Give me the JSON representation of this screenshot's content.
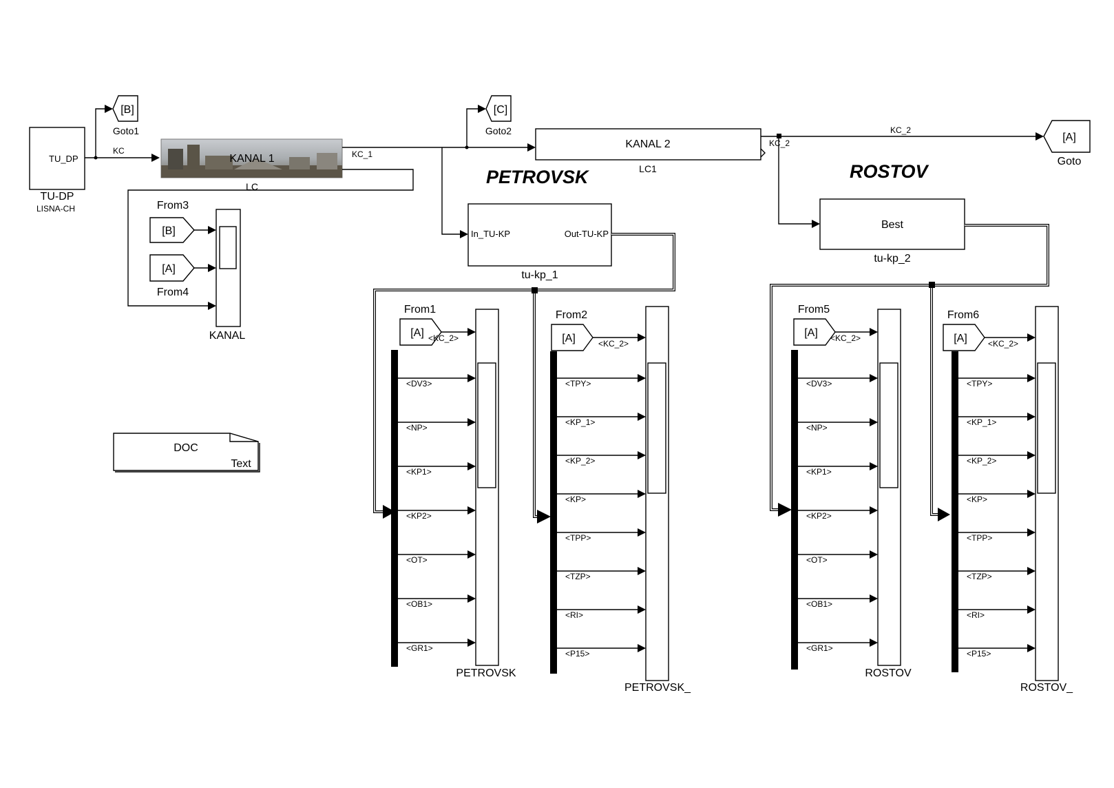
{
  "sections": {
    "petrovsk": "PETROVSK",
    "rostov": "ROSTOV"
  },
  "blocks": {
    "tudp": {
      "port": "TU_DP",
      "name": "TU-DP",
      "sub": "LISNA-CH"
    },
    "goto1": {
      "tag": "[B]",
      "name": "Goto1"
    },
    "goto2": {
      "tag": "[C]",
      "name": "Goto2"
    },
    "goto": {
      "tag": "[A]",
      "name": "Goto"
    },
    "lc": {
      "label": "KANAL 1",
      "name": "LC"
    },
    "lc1": {
      "label": "KANAL 2",
      "name": "LC1"
    },
    "from3": {
      "tag": "[B]",
      "name": "From3"
    },
    "from4": {
      "tag": "[A]",
      "name": "From4"
    },
    "kanal_scope": {
      "name": "KANAL"
    },
    "doc": {
      "label": "DOC",
      "sub": "Text"
    },
    "tukp1": {
      "inport": "In_TU-KP",
      "outport": "Out-TU-KP",
      "name": "tu-kp_1"
    },
    "tukp2": {
      "label": "Best",
      "name": "tu-kp_2"
    },
    "from1": {
      "tag": "[A]",
      "name": "From1"
    },
    "from2": {
      "tag": "[A]",
      "name": "From2"
    },
    "from5": {
      "tag": "[A]",
      "name": "From5"
    },
    "from6": {
      "tag": "[A]",
      "name": "From6"
    },
    "scope_petrovsk": {
      "name": "PETROVSK"
    },
    "scope_petrovsk2": {
      "name": "PETROVSK_"
    },
    "scope_rostov": {
      "name": "ROSTOV"
    },
    "scope_rostov2": {
      "name": "ROSTOV_"
    }
  },
  "signals": {
    "kc": "KC",
    "kc1": "KC_1",
    "kc2": "KC_2",
    "kc2_out": "KC_2",
    "kc2_tag": "<KC_2>"
  },
  "selectors": {
    "set_a": [
      "<DV3>",
      "<NP>",
      "<KP1>",
      "<KP2>",
      "<OT>",
      "<OB1>",
      "<GR1>"
    ],
    "set_b": [
      "<TPY>",
      "<KP_1>",
      "<KP_2>",
      "<KP>",
      "<TPP>",
      "<TZP>",
      "<RI>",
      "<P15>"
    ]
  }
}
